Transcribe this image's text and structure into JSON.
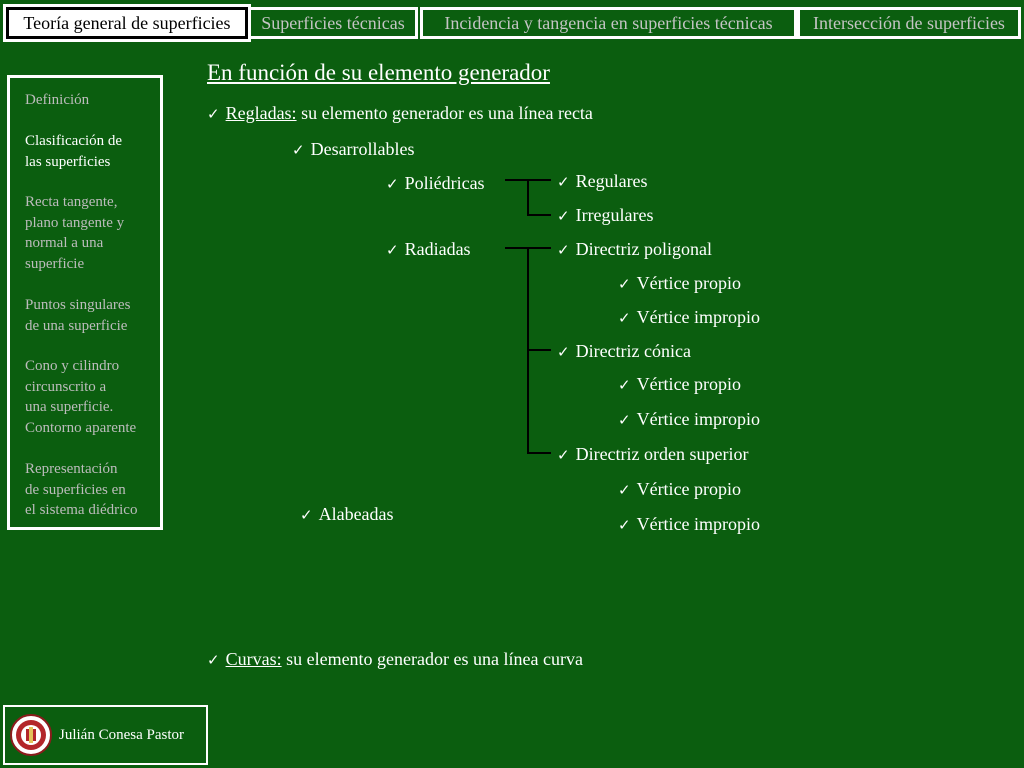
{
  "tabs": [
    {
      "label": "Teoría general de superficies",
      "active": true
    },
    {
      "label": "Superficies técnicas",
      "active": false
    },
    {
      "label": "Incidencia y tangencia en superficies técnicas",
      "active": false
    },
    {
      "label": "Intersección de superficies",
      "active": false
    }
  ],
  "sidebar": {
    "items": [
      {
        "label": "Definición"
      },
      {
        "label": "Clasificación de\nlas superficies"
      },
      {
        "label": "Recta tangente,\nplano tangente y\nnormal a una\nsuperficie"
      },
      {
        "label": "Puntos singulares\nde una superficie"
      },
      {
        "label": "Cono y cilindro\ncircunscrito a\nuna superficie.\nContorno aparente"
      },
      {
        "label": "Representación\nde superficies en\nel sistema diédrico"
      }
    ]
  },
  "content": {
    "title": "En función de su elemento generador",
    "check_glyph": "✓",
    "regladas": {
      "term": "Regladas:",
      "desc": " su elemento generador es una línea recta"
    },
    "desarrollables": "Desarrollables",
    "poliedricas": "Poliédricas",
    "regulares": "Regulares",
    "irregulares": "Irregulares",
    "radiadas": "Radiadas",
    "directriz_poligonal": "Directriz poligonal",
    "vp1": "Vértice propio",
    "vi1": "Vértice impropio",
    "directriz_conica": "Directriz cónica",
    "vp2": "Vértice propio",
    "vi2": "Vértice impropio",
    "directriz_orden_superior": "Directriz orden superior",
    "vp3": "Vértice propio",
    "vi3": "Vértice impropio",
    "alabeadas": "Alabeadas",
    "curvas": {
      "term": "Curvas:",
      "desc": " su elemento generador es una línea curva"
    }
  },
  "footer": {
    "author": "Julián Conesa Pastor"
  }
}
